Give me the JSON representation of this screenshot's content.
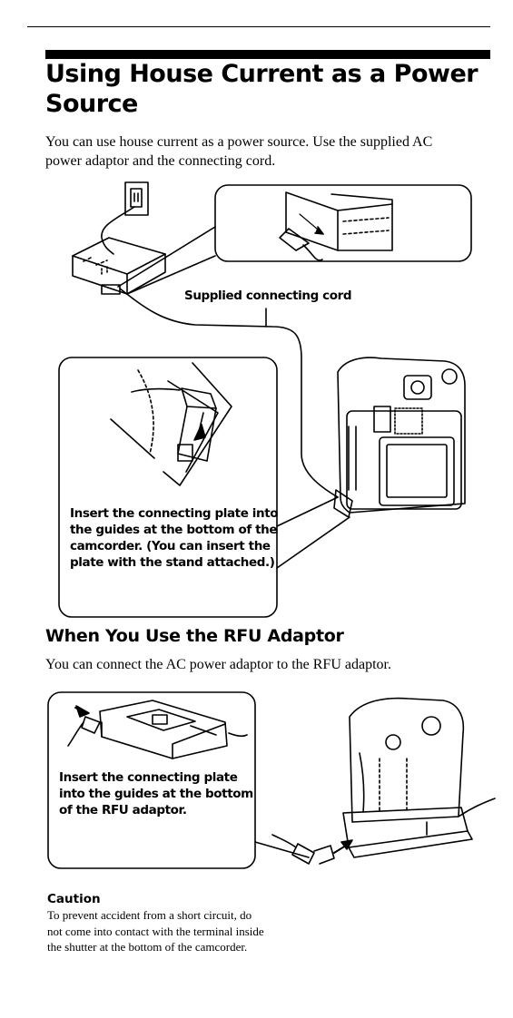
{
  "page": {
    "title": "Using House Current as a Power Source",
    "intro": "You can use house current as a power source. Use the supplied AC power adaptor and the connecting cord."
  },
  "figure1": {
    "callout_cord": "Supplied connecting cord",
    "note": "Insert the connecting plate into the guides at the bottom of the camcorder. (You can insert the plate with the stand attached.)"
  },
  "rfu": {
    "heading": "When You Use the RFU Adaptor",
    "text": "You can connect the AC power adaptor to the RFU adaptor.",
    "note": "Insert the connecting plate into the guides at the bottom of the RFU adaptor."
  },
  "caution": {
    "title": "Caution",
    "body": "To prevent accident from a short circuit, do not come into contact with the terminal inside the shutter at the bottom of the camcorder."
  }
}
